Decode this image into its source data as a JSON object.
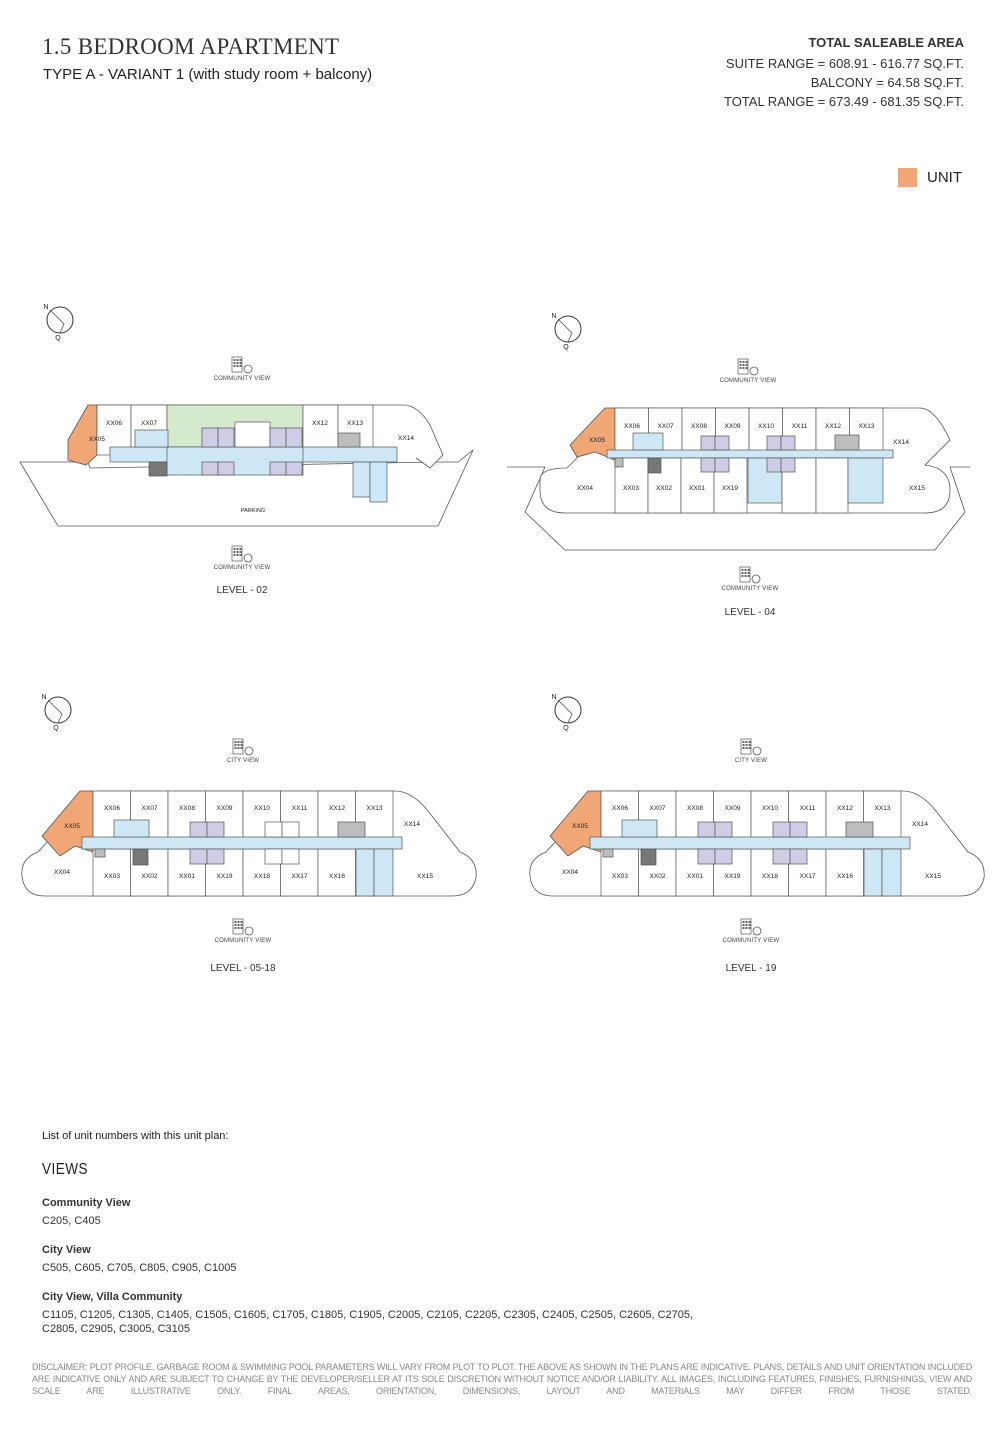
{
  "header": {
    "title": "1.5 BEDROOM APARTMENT",
    "subtitle": "TYPE A - VARIANT 1 (with study room + balcony)"
  },
  "area": {
    "heading": "TOTAL SALEABLE AREA",
    "suite": "SUITE RANGE = 608.91 - 616.77 SQ.FT.",
    "balcony": "BALCONY = 64.58 SQ.FT.",
    "total": "TOTAL RANGE = 673.49 - 681.35 SQ.FT."
  },
  "legend": {
    "label": "UNIT",
    "color": "#f0a675"
  },
  "compass": {
    "n": "N",
    "q": "Q"
  },
  "colors": {
    "unit": "#f0a675",
    "corridor": "#cde8f4",
    "amenity": "#d5e9cc",
    "lift": "#cfcde6",
    "garbage": "#777777",
    "service": "#bdbdbd"
  },
  "plans": [
    {
      "level": "LEVEL - 02",
      "top_view": "COMMUNITY VIEW",
      "bottom_view": "COMMUNITY VIEW",
      "parking": "PARKING",
      "highlight": "XX05",
      "units_top": [
        "XX06",
        "XX07",
        "XX12",
        "XX13"
      ],
      "units_side": [
        "XX05",
        "XX14"
      ]
    },
    {
      "level": "LEVEL - 04",
      "top_view": "COMMUNITY VIEW",
      "bottom_view": "COMMUNITY VIEW",
      "highlight": "XX05",
      "units_top": [
        "XX06",
        "XX07",
        "XX08",
        "XX09",
        "XX10",
        "XX11",
        "XX12",
        "XX13"
      ],
      "units_bottom": [
        "XX03",
        "XX02",
        "XX01",
        "XX19"
      ],
      "units_side": [
        "XX05",
        "XX14",
        "XX04",
        "XX15"
      ]
    },
    {
      "level": "LEVEL - 05-18",
      "top_view": "CITY VIEW",
      "bottom_view": "COMMUNITY VIEW",
      "highlight": "XX05",
      "units_top": [
        "XX06",
        "XX07",
        "XX08",
        "XX09",
        "XX10",
        "XX11",
        "XX12",
        "XX13"
      ],
      "units_bottom": [
        "XX03",
        "XX02",
        "XX01",
        "XX19",
        "XX18",
        "XX17",
        "XX16"
      ],
      "units_side": [
        "XX05",
        "XX14",
        "XX04",
        "XX15"
      ]
    },
    {
      "level": "LEVEL - 19",
      "top_view": "CITY VIEW",
      "bottom_view": "COMMUNITY VIEW",
      "highlight": "XX05",
      "units_top": [
        "XX06",
        "XX07",
        "XX08",
        "XX09",
        "XX10",
        "XX11",
        "XX12",
        "XX13"
      ],
      "units_bottom": [
        "XX03",
        "XX02",
        "XX01",
        "XX19",
        "XX18",
        "XX17",
        "XX16"
      ],
      "units_side": [
        "XX05",
        "XX14",
        "XX04",
        "XX15"
      ]
    }
  ],
  "list": {
    "intro": "List of unit numbers with this unit plan:",
    "heading": "VIEWS",
    "groups": [
      {
        "name": "Community View",
        "units": "C205, C405"
      },
      {
        "name": "City View",
        "units": "C505, C605, C705, C805, C905, C1005"
      },
      {
        "name": "City View, Villa Community",
        "units": "C1105, C1205, C1305, C1405, C1505, C1605, C1705, C1805, C1905, C2005, C2105, C2205, C2305, C2405, C2505, C2605, C2705, C2805, C2905, C3005, C3105"
      }
    ]
  },
  "disclaimer": "DISCLAIMER: PLOT PROFILE, GARBAGE ROOM & SWIMMING POOL PARAMETERS WILL VARY FROM PLOT TO PLOT. THE ABOVE AS SHOWN IN THE PLANS ARE INDICATIVE. PLANS, DETAILS AND UNIT ORIENTATION INCLUDED ARE INDICATIVE ONLY AND ARE SUBJECT TO CHANGE BY THE DEVELOPER/SELLER AT ITS SOLE DISCRETION WITHOUT NOTICE AND/OR LIABILITY. ALL IMAGES, INCLUDING FEATURES, FINISHES, FURNISHINGS, VIEW AND SCALE ARE ILLUSTRATIVE ONLY. FINAL AREAS, ORIENTATION, DIMENSIONS, LAYOUT AND MATERIALS MAY DIFFER FROM THOSE STATED."
}
